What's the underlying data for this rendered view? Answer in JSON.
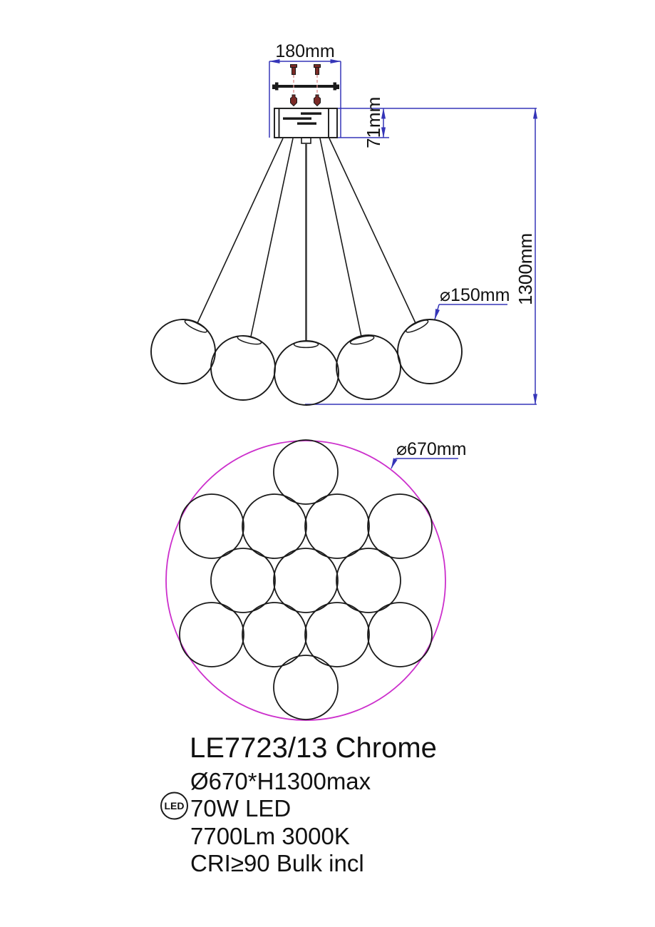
{
  "drawing": {
    "dimensions": {
      "canopy_width": "180mm",
      "canopy_height": "71mm",
      "max_height": "1300mm",
      "sphere_diameter": "⌀150mm",
      "fixture_diameter": "⌀670mm"
    },
    "side_view": {
      "sphere_count": 5
    },
    "plan_view": {
      "sphere_count": 13
    }
  },
  "product": {
    "model": "LE7723/13 Chrome",
    "size": "Ø670*H1300max",
    "power": "70W LED",
    "luminous": "7700Lm 3000K",
    "cri": "CRI≥90 Bulk incl",
    "led_badge": "LED"
  },
  "colors": {
    "outline": "#1a1a1a",
    "dimension_blue": "#3535b8",
    "diameter_magenta": "#cc2fcc",
    "screw_red": "#7a2a26",
    "dash_red": "#dd8f8f",
    "cable_gray": "#3a3a3a"
  }
}
